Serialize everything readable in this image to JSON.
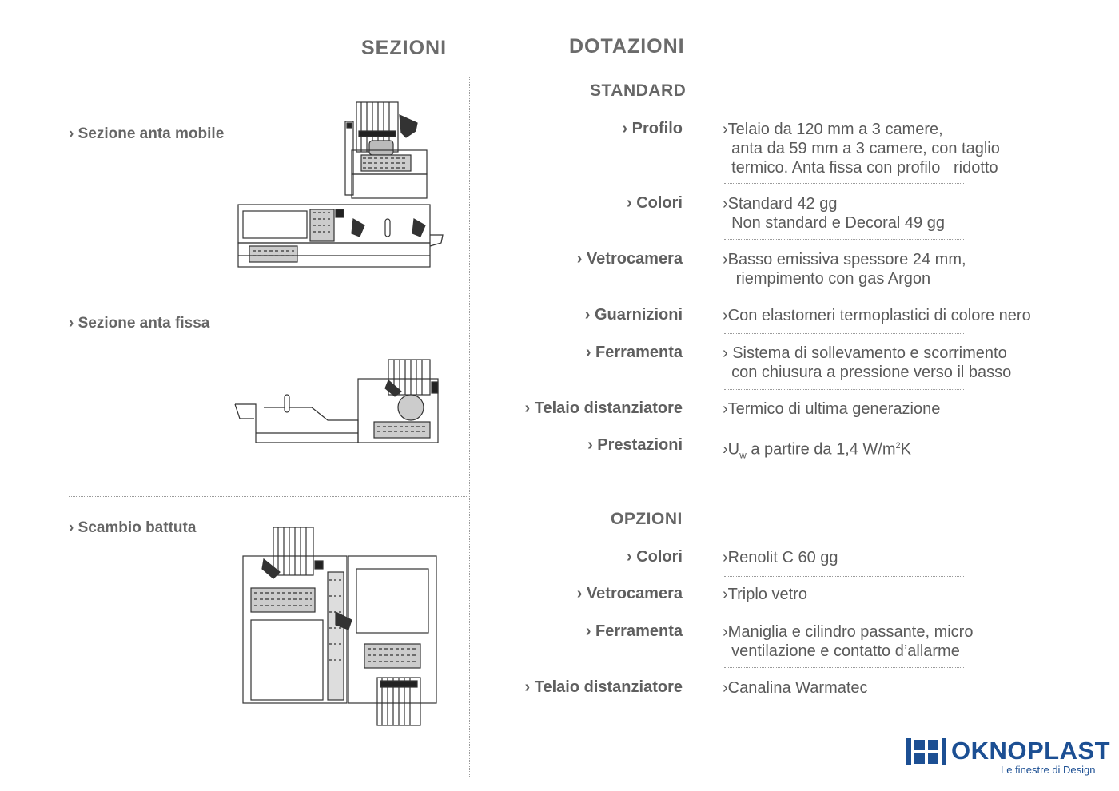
{
  "headings": {
    "sezioni": "SEZIONI",
    "dotazioni": "DOTAZIONI",
    "standard": "STANDARD",
    "opzioni": "OPZIONI"
  },
  "sections": [
    {
      "label": "› Sezione anta mobile"
    },
    {
      "label": "› Sezione anta fissa"
    },
    {
      "label": "› Scambio battuta"
    }
  ],
  "standard": [
    {
      "label": "› Profilo",
      "lines": [
        "›Telaio da 120 mm a 3 camere,",
        "  anta da 59 mm a 3 camere, con taglio",
        "  termico. Anta fissa con profilo   ridotto"
      ]
    },
    {
      "label": "› Colori",
      "lines": [
        "›Standard 42 gg",
        "  Non standard e Decoral 49 gg"
      ]
    },
    {
      "label": "› Vetrocamera",
      "lines": [
        "›Basso emissiva spessore 24 mm,",
        "   riempimento con gas Argon"
      ]
    },
    {
      "label": "› Guarnizioni",
      "lines": [
        "›Con elastomeri termoplastici di colore nero"
      ]
    },
    {
      "label": "› Ferramenta",
      "lines": [
        "› Sistema di sollevamento e scorrimento",
        "  con chiusura a pressione verso il basso"
      ]
    },
    {
      "label": "› Telaio distanziatore",
      "lines": [
        "›Termico di ultima generazione"
      ]
    },
    {
      "label": "› Prestazioni",
      "pre": "›U",
      "sub": "w",
      "mid": " a partire da 1,4 W/m",
      "sup": "2",
      "post": "K"
    }
  ],
  "opzioni": [
    {
      "label": "› Colori",
      "lines": [
        "›Renolit C 60 gg"
      ]
    },
    {
      "label": "› Vetrocamera",
      "lines": [
        "›Triplo vetro"
      ]
    },
    {
      "label": "› Ferramenta",
      "lines": [
        "›Maniglia e cilindro passante, micro",
        "  ventilazione e contatto d’allarme"
      ]
    },
    {
      "label": "› Telaio  distanziatore",
      "lines": [
        "›Canalina Warmatec"
      ]
    }
  ],
  "logo": {
    "name": "OKNOPLAST",
    "tagline": "Le finestre di Design",
    "color": "#1c4f93"
  },
  "icons": [
    "section-drawing-anta-mobile",
    "section-drawing-anta-fissa",
    "section-drawing-scambio-battuta",
    "oknoplast-logo-icon"
  ]
}
